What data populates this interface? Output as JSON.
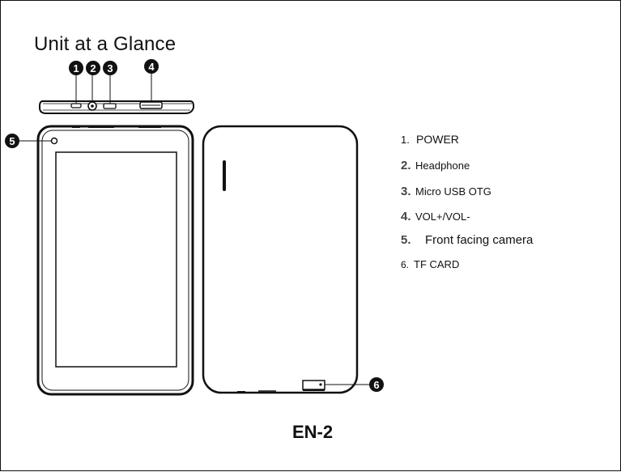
{
  "title": "Unit at a Glance",
  "callouts": [
    "1",
    "2",
    "3",
    "4",
    "5",
    "6"
  ],
  "legend": [
    {
      "num": "1.",
      "label": "POWER"
    },
    {
      "num": "2.",
      "label": "Headphone"
    },
    {
      "num": "3.",
      "label": "Micro USB OTG"
    },
    {
      "num": "4.",
      "label": "VOL+/VOL-"
    },
    {
      "num": "5.",
      "label": "Front facing camera"
    },
    {
      "num": "6.",
      "label": "TF CARD"
    }
  ],
  "footer": "EN-2"
}
